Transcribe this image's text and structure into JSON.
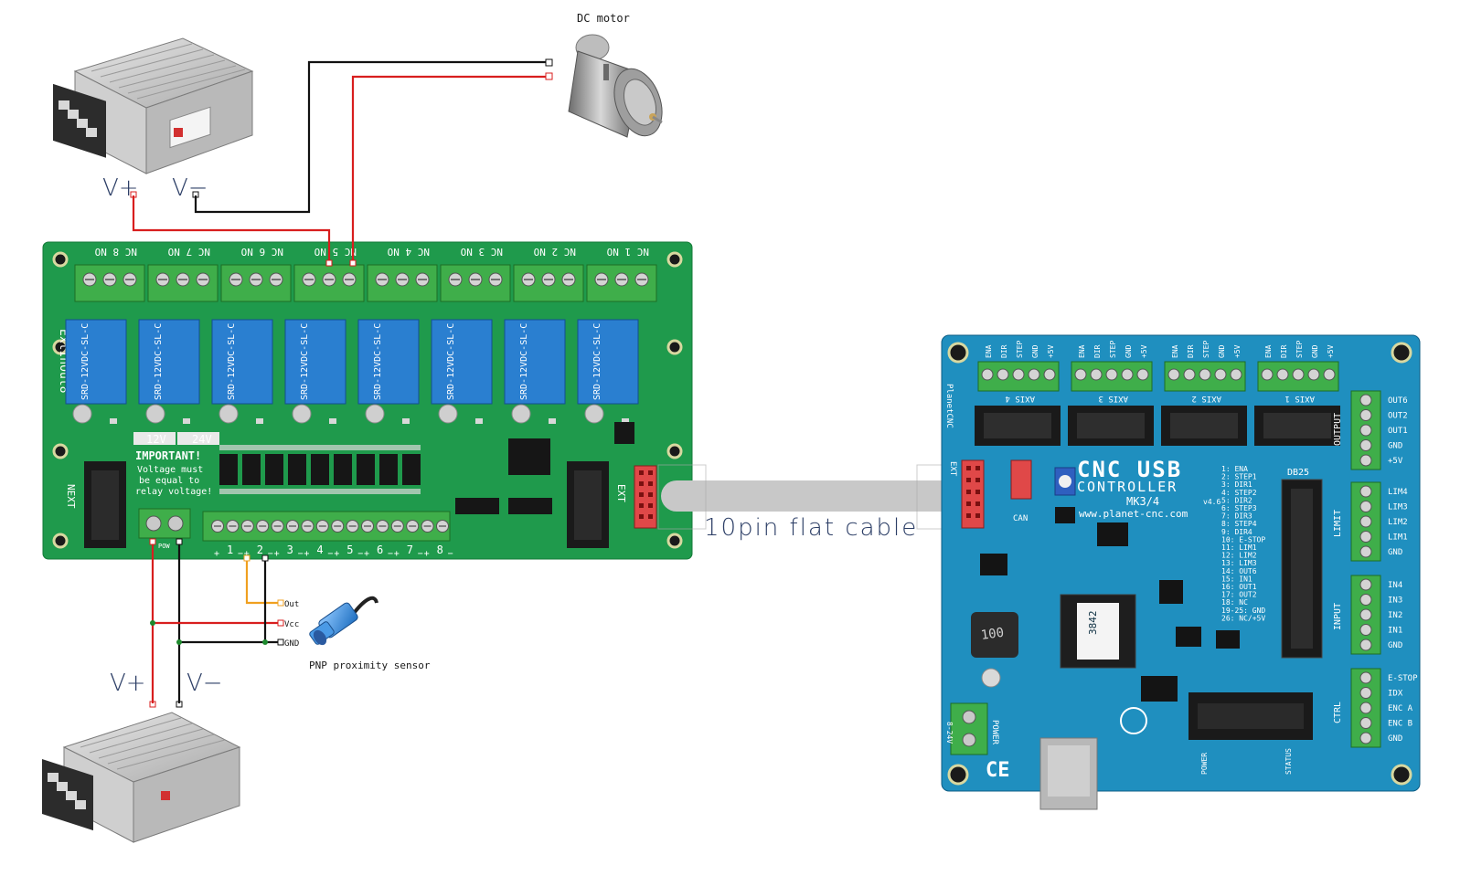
{
  "colors": {
    "wire_positive": "#d81e1e",
    "wire_negative": "#111111",
    "wire_signal": "#f0a020",
    "relay_board_pcb": "#1f9a4c",
    "cnc_board_pcb": "#1f8fbf",
    "terminal_green": "#3fae4a",
    "relay_blue": "#2a7fd0",
    "flat_cable": "#c8c8c8"
  },
  "icons": {
    "power_supply": "power-supply-icon",
    "motor": "dc-motor-icon",
    "sensor": "proximity-sensor-icon"
  },
  "labels": {
    "dc_motor": "DC motor",
    "psu_top_vplus": "V+",
    "psu_top_vminus": "V−",
    "psu_bottom_vplus": "V+",
    "psu_bottom_vminus": "V−",
    "flat_cable": "10pin flat cable",
    "sensor": "PNP proximity sensor",
    "sensor_out": "Out",
    "sensor_vcc": "Vcc",
    "sensor_gnd": "GND"
  },
  "relay_board": {
    "relay_headers": [
      {
        "nc": "NC",
        "num": "8",
        "no": "NO"
      },
      {
        "nc": "NC",
        "num": "7",
        "no": "NO"
      },
      {
        "nc": "NC",
        "num": "6",
        "no": "NO"
      },
      {
        "nc": "NC",
        "num": "5",
        "no": "NO"
      },
      {
        "nc": "NC",
        "num": "4",
        "no": "NO"
      },
      {
        "nc": "NC",
        "num": "3",
        "no": "NO"
      },
      {
        "nc": "NC",
        "num": "2",
        "no": "NO"
      },
      {
        "nc": "NC",
        "num": "1",
        "no": "NO"
      }
    ],
    "relay_text": "SRD-12VDC-SL-C",
    "side_text": "ExtInOut8",
    "v12": "12V",
    "v24": "24V",
    "important_lines": [
      "IMPORTANT!",
      "Voltage must",
      "be equal to",
      "relay voltage!"
    ],
    "next": "NEXT",
    "ext": "EXT",
    "pow": "POW",
    "input_numbers": [
      "1",
      "2",
      "3",
      "4",
      "5",
      "6",
      "7",
      "8"
    ]
  },
  "cnc_board": {
    "brand": "PlanetCNC",
    "title_line1": "CNC USB",
    "title_line2": "CONTROLLER",
    "title_line3": "MK3/4",
    "version": "v4.6",
    "url": "www.planet-cnc.com",
    "axis_pins": [
      "ENA",
      "DIR",
      "STEP",
      "GND",
      "+5V"
    ],
    "axes": [
      "AXIS 4",
      "AXIS 3",
      "AXIS 2",
      "AXIS 1"
    ],
    "output_pins": [
      "OUT6",
      "OUT2",
      "OUT1",
      "GND",
      "+5V"
    ],
    "output_title": "OUTPUT",
    "limit_pins": [
      "LIM4",
      "LIM3",
      "LIM2",
      "LIM1",
      "GND"
    ],
    "limit_title": "LIMIT",
    "input_pins": [
      "IN4",
      "IN3",
      "IN2",
      "IN1",
      "GND"
    ],
    "input_title": "INPUT",
    "ctrl_pins": [
      "E-STOP",
      "IDX",
      "ENC A",
      "ENC B",
      "GND"
    ],
    "ctrl_title": "CTRL",
    "db25": "DB25",
    "db25_pins": [
      "1: ENA",
      "2: STEP1",
      "3: DIR1",
      "4: STEP2",
      "5: DIR2",
      "6: STEP3",
      "7: DIR3",
      "8: STEP4",
      "9: DIR4",
      "10: E-STOP",
      "11: LIM1",
      "12: LIM2",
      "13: LIM3",
      "14: OUT6",
      "15: IN1",
      "16: OUT1",
      "17: OUT2",
      "18: NC",
      "19-25: GND",
      "26: NC/+5V"
    ],
    "ext": "EXT",
    "can": "CAN",
    "power": "POWER",
    "power_v": "8-24V",
    "status": "STATUS",
    "power_led": "POWER",
    "inductor": "100",
    "chip_code": "3842",
    "ce": "CE"
  }
}
